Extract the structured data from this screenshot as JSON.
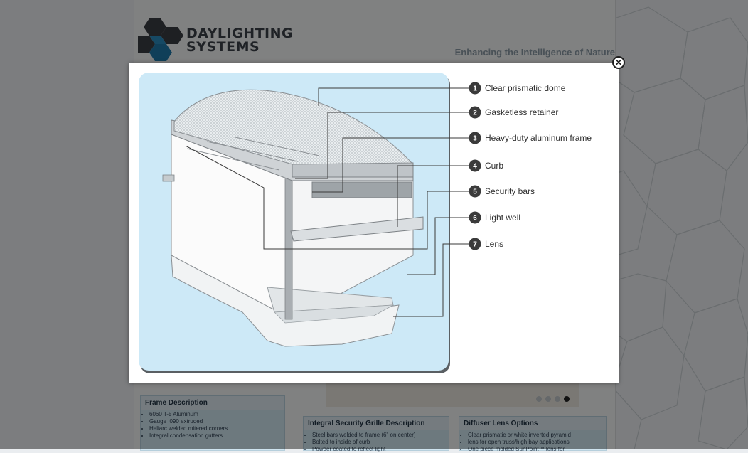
{
  "background_page": {
    "logo_line1": "DAYLIGHTING",
    "logo_line2": "SYSTEMS",
    "tagline": "Enhancing the Intelligence of Nature",
    "panels": [
      {
        "title": "Frame Description",
        "items": [
          "6060 T-5 Aluminum",
          "Gauge .090 extruded",
          "Heliarc welded mitered corners",
          "Integral condensation gutters"
        ]
      },
      {
        "title": "Integral Security Grille Description",
        "items": [
          "Steel bars welded to frame (6\" on center)",
          "Bolted to inside of curb",
          "Powder coated to reflect light"
        ]
      },
      {
        "title": "Diffuser Lens Options",
        "items": [
          "Clear prismatic or white inverted pyramid",
          "lens for open truss/high bay applications",
          "One piece molded SunPoint™ lens for"
        ]
      }
    ],
    "carousel": {
      "slides": 4,
      "active": 4
    }
  },
  "lightbox": {
    "close_icon": "close-icon",
    "callouts": [
      {
        "number": "1",
        "label": "Clear prismatic dome"
      },
      {
        "number": "2",
        "label": "Gasketless retainer"
      },
      {
        "number": "3",
        "label": "Heavy-duty aluminum frame"
      },
      {
        "number": "4",
        "label": "Curb"
      },
      {
        "number": "5",
        "label": "Security bars"
      },
      {
        "number": "6",
        "label": "Light well"
      },
      {
        "number": "7",
        "label": "Lens"
      }
    ]
  },
  "colors": {
    "diagram_background": "#cde9f7",
    "overlay": "rgba(0,0,0,0.47)",
    "logo_blue": "#1f78a8",
    "logo_dark": "#3a3d42",
    "badge": "#3b3b3b"
  }
}
